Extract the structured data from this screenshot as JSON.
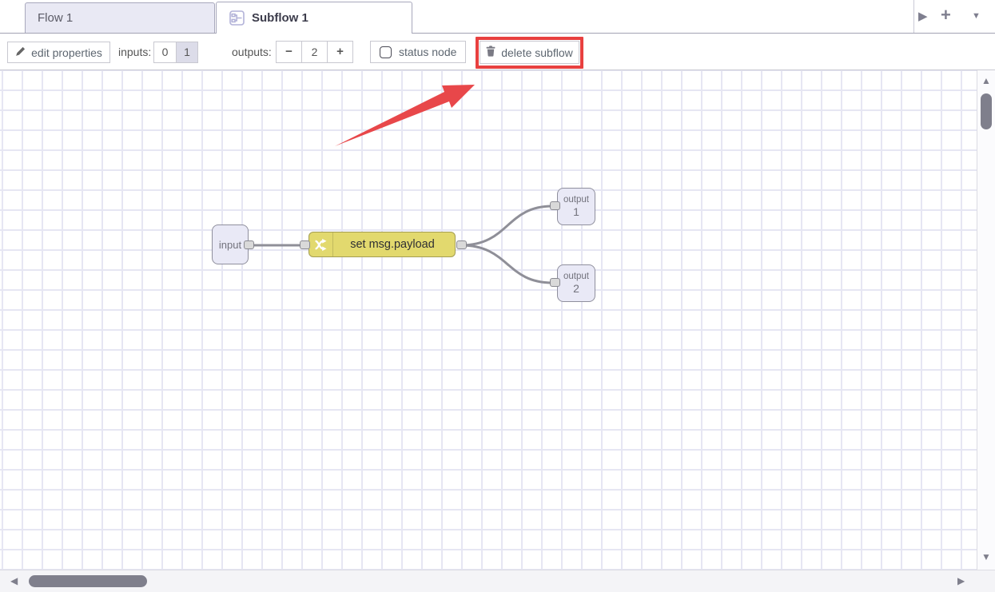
{
  "tab_bar": {
    "tabs": [
      {
        "label": "Flow 1",
        "active": false
      },
      {
        "label": "Subflow 1",
        "active": true
      }
    ],
    "controls": {
      "scroll_right_icon": "▶",
      "add_tab_icon": "+",
      "list_flows_icon": "▼"
    }
  },
  "toolbar": {
    "edit_properties_label": "edit properties",
    "inputs_label": "inputs:",
    "inputs_options": [
      "0",
      "1"
    ],
    "inputs_selected": "1",
    "outputs_label": "outputs:",
    "outputs_decrease_icon": "−",
    "outputs_value": "2",
    "outputs_increase_icon": "+",
    "status_node_label": "status node",
    "status_node_checked": false,
    "delete_subflow_label": "delete subflow"
  },
  "canvas": {
    "nodes": {
      "input": {
        "label": "input"
      },
      "change": {
        "label": "set msg.payload",
        "icon": "shuffle-icon"
      },
      "output1": {
        "label": "output",
        "number": "1"
      },
      "output2": {
        "label": "output",
        "number": "2"
      }
    }
  },
  "scrollbars": {
    "up_icon": "▲",
    "down_icon": "▼",
    "left_icon": "◀",
    "right_icon": "▶"
  },
  "colors": {
    "annotation_red": "#e8403f",
    "change_node_fill": "#e2d96e",
    "io_node_fill": "#e9e9f6",
    "wire": "#8f8f98",
    "selected_toggle": "#dcdce9",
    "grid_line": "#e6e6f3"
  }
}
